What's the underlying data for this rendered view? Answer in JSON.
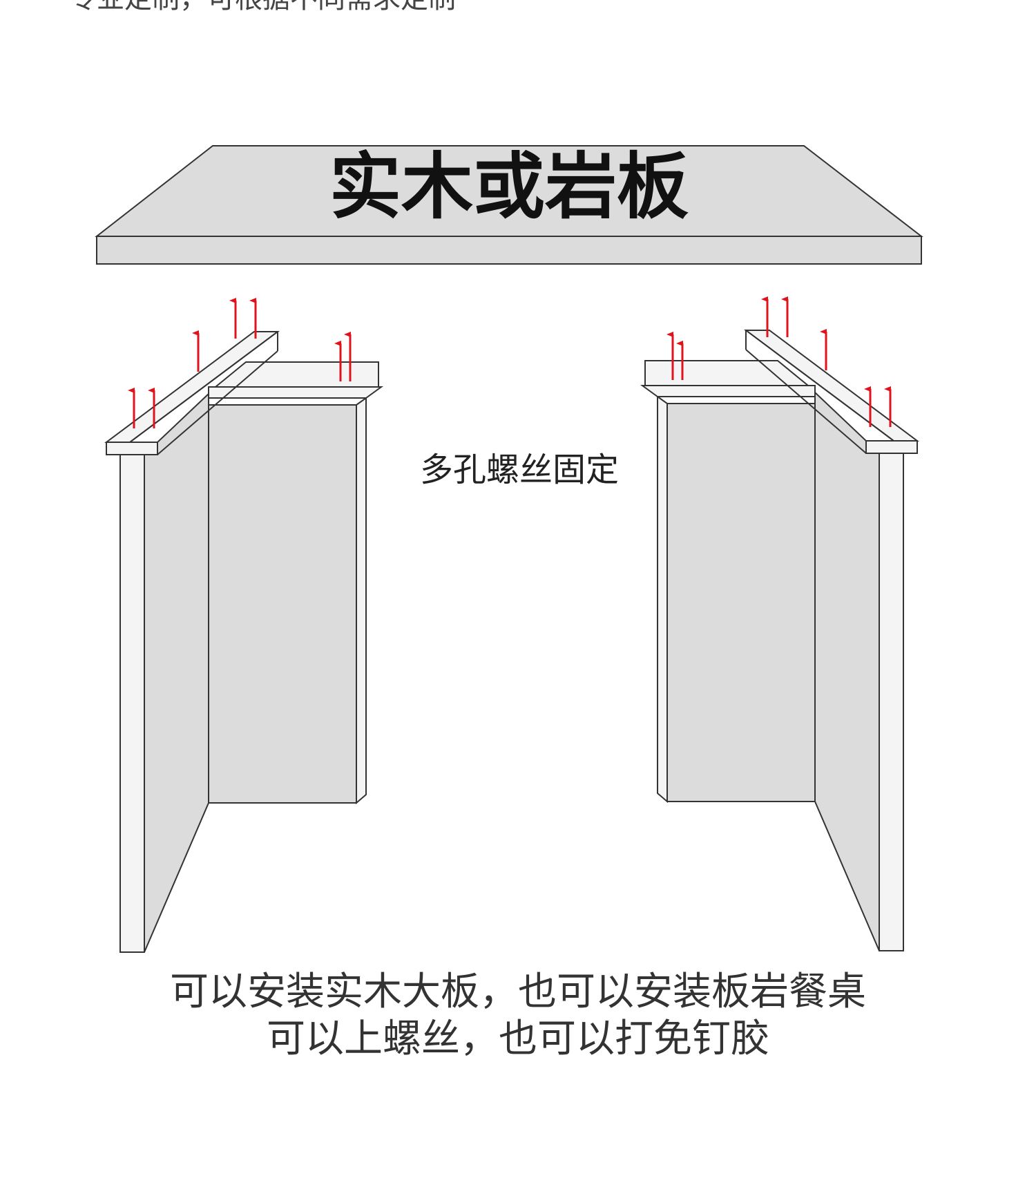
{
  "header": {
    "cropped_text": "专业定制，可根据不同需求定制"
  },
  "diagram": {
    "slab_label": "实木或岩板",
    "fixing_label": "多孔螺丝固定"
  },
  "captions": {
    "line1": "可以安装实木大板，也可以安装板岩餐桌",
    "line2": "可以上螺丝，也可以打免钉胶"
  },
  "colors": {
    "panel_fill": "#dcdcdc",
    "edge_fill": "#f4f4f4",
    "stroke": "#333333",
    "arrow": "#e0121b"
  },
  "icons": {
    "arrow": "red-up-arrow"
  }
}
